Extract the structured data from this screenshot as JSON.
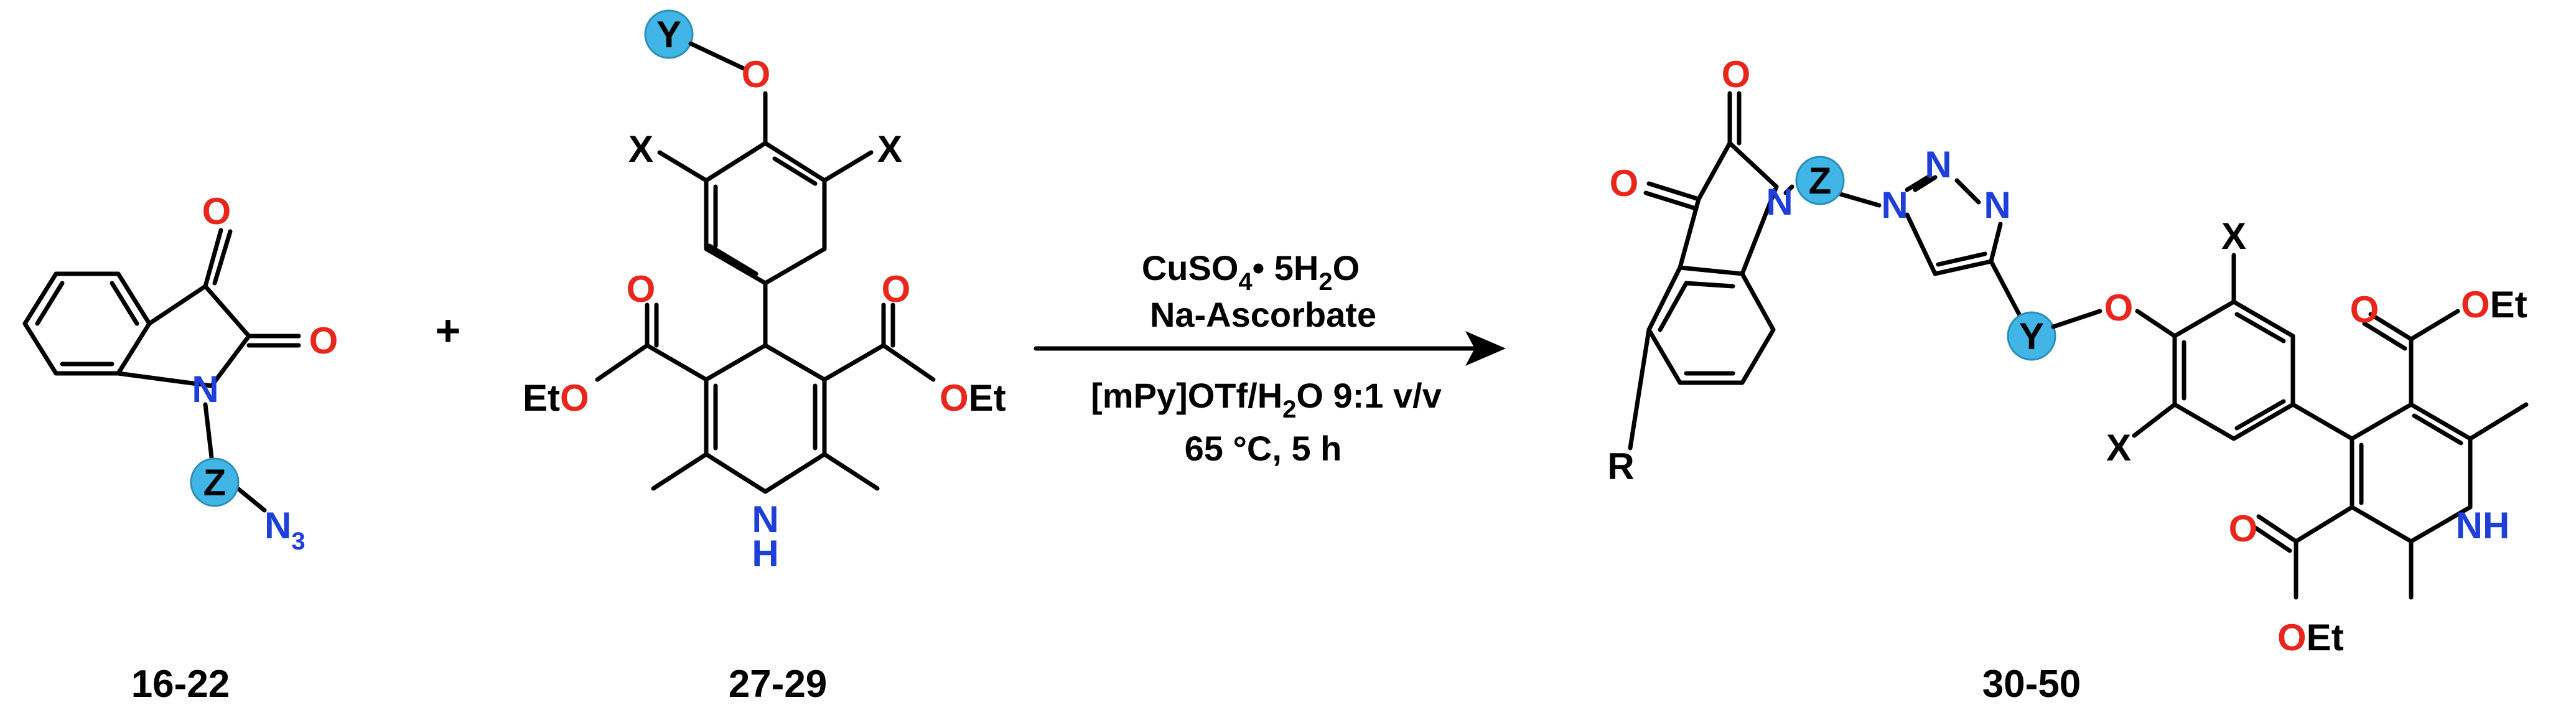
{
  "scheme": {
    "plus": "+",
    "compounds": [
      {
        "label": "16-22"
      },
      {
        "label": "27-29"
      },
      {
        "label": "30-50"
      }
    ],
    "conditions": {
      "catalyst": "CuSO",
      "catalyst_sub": "4",
      "catalyst_hydrate": "• 5H",
      "catalyst_hydrate_sub": "2",
      "catalyst_end": "O",
      "reductant": "Na-Ascorbate",
      "solvent_a": "[mPy]OTf/H",
      "solvent_sub": "2",
      "solvent_b": "O 9:1 v/v",
      "temp_time": "65 °C, 5 h"
    },
    "atoms": {
      "O": "O",
      "N": "N",
      "NH": "NH",
      "H": "H",
      "X": "X",
      "Y": "Y",
      "Z": "Z",
      "R": "R",
      "EtO": "Et",
      "OEt": "Et",
      "N3": "N",
      "N3_sub": "3"
    },
    "colors": {
      "oxygen": "#e8261c",
      "nitrogen": "#1e3fd8",
      "marker": "#41b6e6",
      "bond": "#000000"
    }
  }
}
